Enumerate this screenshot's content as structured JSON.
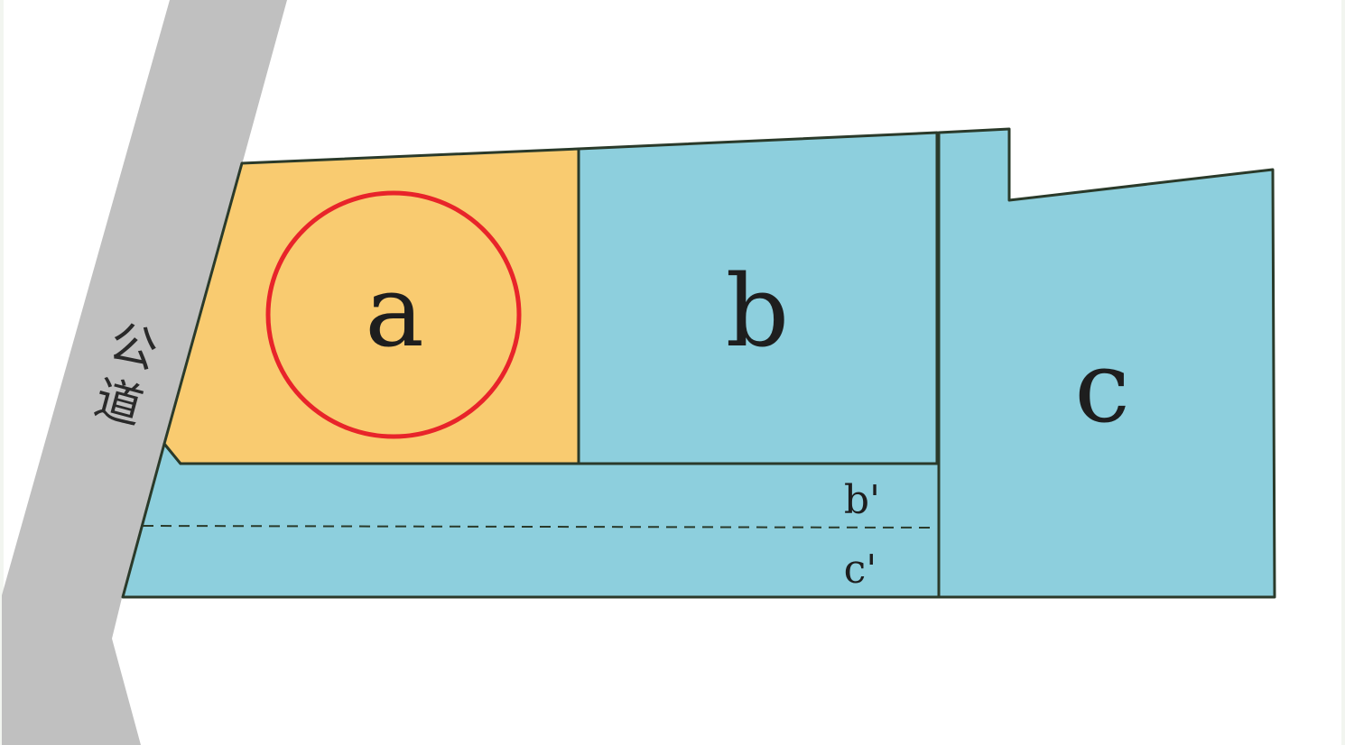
{
  "diagram": {
    "road": {
      "label": "公道",
      "color": "#c0c0c0"
    },
    "lots": {
      "a": {
        "label": "a",
        "color": "#f9cb70",
        "highlighted": true
      },
      "b": {
        "label": "b",
        "color": "#8dcfdd"
      },
      "c": {
        "label": "c",
        "color": "#8dcfdd"
      },
      "b_prime": {
        "label": "b'"
      },
      "c_prime": {
        "label": "c'"
      }
    },
    "highlight_color": "#e8242a",
    "outline_color": "#2a3a2a"
  }
}
